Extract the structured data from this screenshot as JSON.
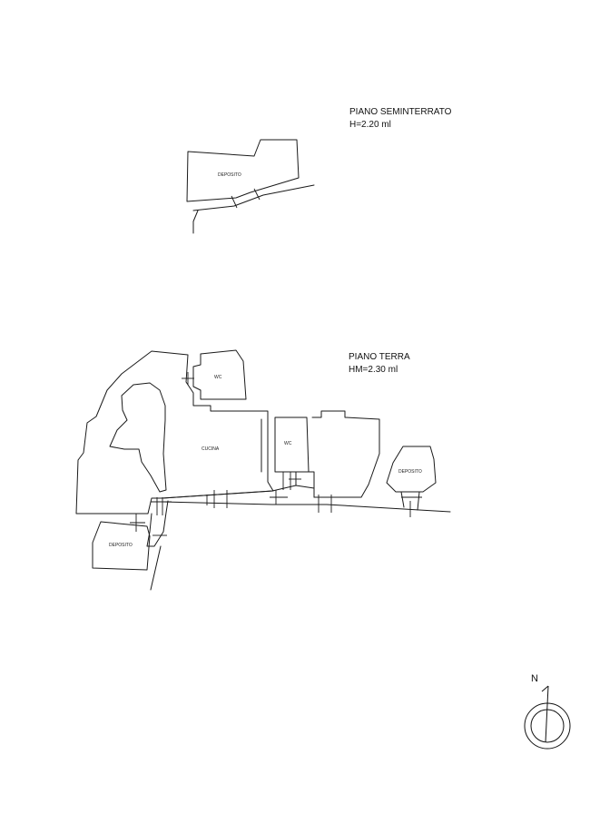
{
  "floors": {
    "basement": {
      "title": "PIANO SEMINTERRATO",
      "height": "H=2.20 ml",
      "room": "DEPOSITO"
    },
    "ground": {
      "title": "PIANO TERRA",
      "height": "HM=2.30 ml",
      "rooms": {
        "wc_top": "WC",
        "kitchen": "CUCINA",
        "wc_middle": "WC",
        "storage_right": "DEPOSITO",
        "storage_left": "DEPOSITO"
      }
    }
  },
  "north_arrow": {
    "label": "N"
  }
}
